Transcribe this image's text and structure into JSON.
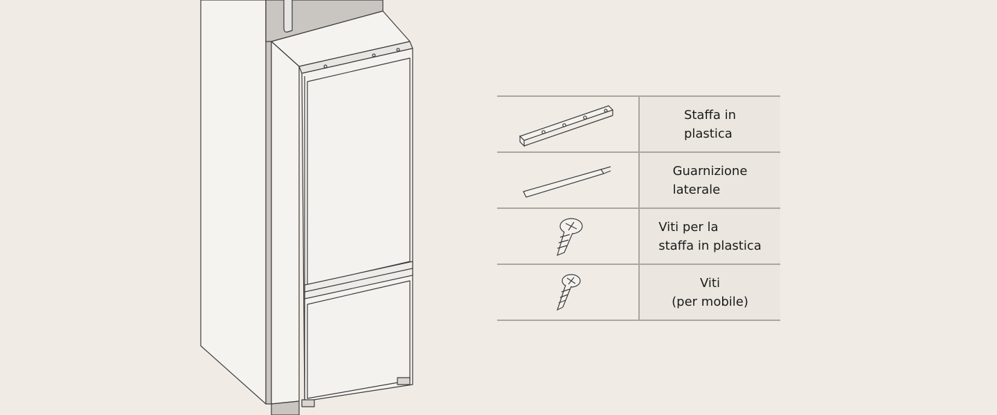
{
  "parts_table": {
    "rows": [
      {
        "icon": "plastic-bracket-icon",
        "label_line1": "Staffa in",
        "label_line2": "plastica"
      },
      {
        "icon": "side-gasket-strip-icon",
        "label_line1": "Guarnizione",
        "label_line2": "laterale"
      },
      {
        "icon": "bracket-screw-icon",
        "label_line1": "Viti per la",
        "label_line2": "staffa in plastica"
      },
      {
        "icon": "cabinet-screw-icon",
        "label_line1": "Viti",
        "label_line2": "(per mobile)"
      }
    ]
  },
  "colors": {
    "background": "#f0ece5",
    "table_line": "#a9a59f",
    "label_cell": "#ebe7e0",
    "cabinet_front": "#f4f2ee",
    "cabinet_dark": "#c9c6c1",
    "line_art": "#3a3a3a"
  }
}
